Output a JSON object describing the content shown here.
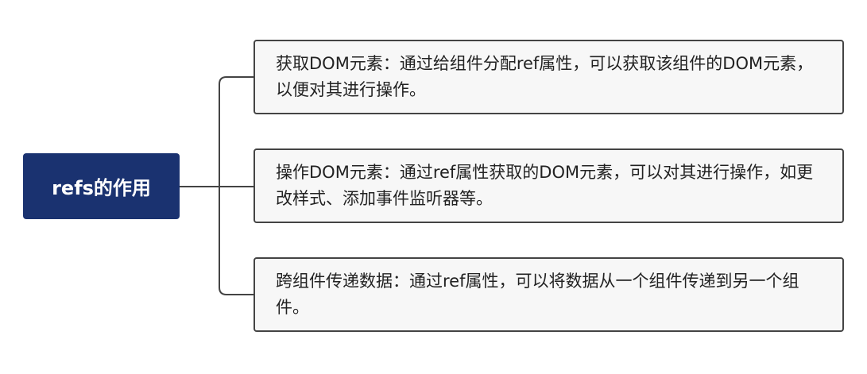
{
  "root": {
    "label": "refs的作用"
  },
  "children": [
    {
      "text": "获取DOM元素：通过给组件分配ref属性，可以获取该组件的DOM元素，以便对其进行操作。"
    },
    {
      "text": "操作DOM元素：通过ref属性获取的DOM元素，可以对其进行操作，如更改样式、添加事件监听器等。"
    },
    {
      "text": "跨组件传递数据：通过ref属性，可以将数据从一个组件传递到另一个组件。"
    }
  ],
  "colors": {
    "root_fill": "#1a3270",
    "root_text": "#ffffff",
    "node_fill": "#f7f7f7",
    "node_border": "#444444",
    "connector": "#444444"
  }
}
